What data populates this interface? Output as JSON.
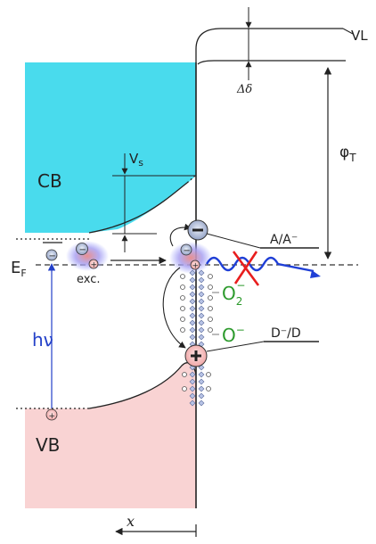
{
  "labels": {
    "vl": "VL",
    "delta_delta": "Δδ",
    "vs_main": "V",
    "vs_sub": "s",
    "phi_main": "φ",
    "phi_sub": "T",
    "cb": "CB",
    "vb": "VB",
    "ef_main": "E",
    "ef_sub": "F",
    "hv": "hν",
    "exc": "exc.",
    "acceptor": "A/A⁻",
    "donor": "D⁻/D",
    "o2_main": "O",
    "o2_sub": "2",
    "o2_sup": "−",
    "o_main": "O",
    "o_sup": "−",
    "x_axis": "x"
  },
  "colors": {
    "cb_fill": "#3fd9ec",
    "vb_fill": "#f9d3d3",
    "electron": "#9aa8c9",
    "hole": "#f2b3b3",
    "exciton_glow": "#9fa6ff",
    "photon": "#2340c8",
    "photoemission": "#1f3fd6",
    "cross": "#e81d1d",
    "oxygen_text": "#2c9a2c",
    "line": "#222222"
  }
}
